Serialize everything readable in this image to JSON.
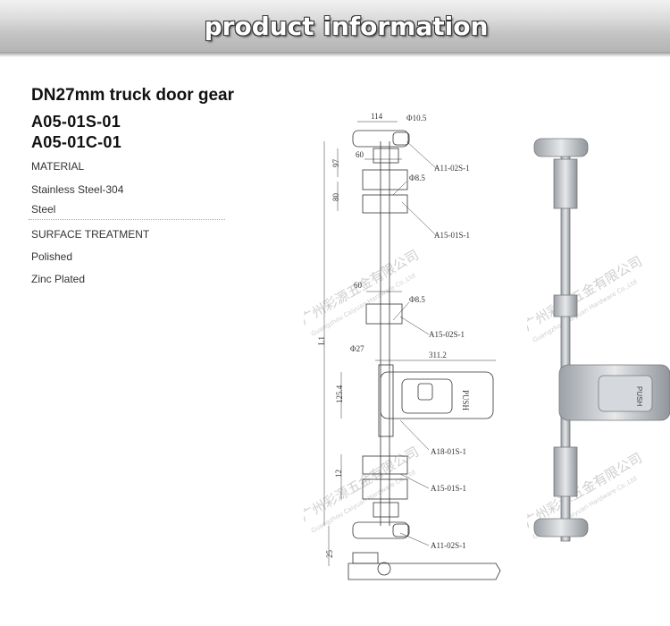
{
  "header": {
    "title": "product information"
  },
  "product": {
    "title": "DN27mm truck door gear",
    "models": [
      "A05-01S-01",
      "A05-01C-01"
    ]
  },
  "specs": {
    "material_heading": "MATERIAL",
    "materials": [
      "Stainless Steel-304",
      "Steel"
    ],
    "surface_heading": "SURFACE TREATMENT",
    "surfaces": [
      "Polished",
      "Zinc Plated"
    ]
  },
  "drawing": {
    "dim_114": "114",
    "dim_d105": "Φ10.5",
    "dim_97": "97",
    "dim_60a": "60",
    "dim_80": "80",
    "dim_d85a": "Φ8.5",
    "part_a11_top": "A11-02S-1",
    "part_a15_top": "A15-01S-1",
    "dim_60b": "60",
    "dim_d85b": "Φ8.5",
    "part_a15_02": "A15-02S-1",
    "dim_l1": "L1",
    "dim_d27": "Φ27",
    "dim_311": "311.2",
    "dim_125": "125.4",
    "push_label": "PUSH",
    "part_a18": "A18-01S-1",
    "dim_12": "12",
    "part_a15_bottom": "A15-01S-1",
    "part_a11_bottom": "A11-02S-1",
    "dim_25": "25"
  },
  "photo": {
    "push_label": "PUSH"
  },
  "watermark": {
    "cn": "广州彩源五金有限公司",
    "en": "Guangzhou Caiyuan Hardware Co.,Ltd"
  },
  "colors": {
    "banner_top": "#f2f2f2",
    "banner_bottom": "#b4b4b4",
    "line": "#333333",
    "metal": "#c9cdd2"
  }
}
